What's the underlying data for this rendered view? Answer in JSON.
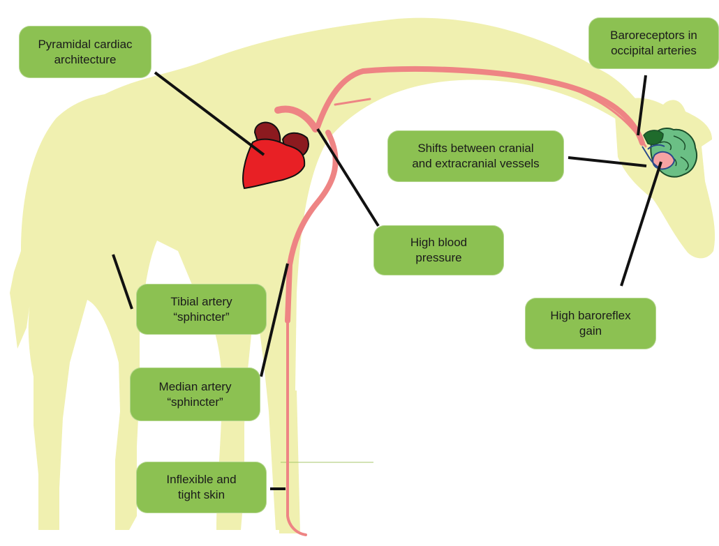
{
  "colors": {
    "body": "#f0f0b0",
    "label_fill": "#8cc152",
    "artery": "#ee8484",
    "heart": "#e82025",
    "heart_dark": "#8c1a1f",
    "leader_line": "#111111"
  },
  "labels": {
    "pyramidal": "Pyramidal cardiac\narchitecture",
    "baroreceptors": "Baroreceptors in\noccipital arteries",
    "shifts": "Shifts between cranial\nand extracranial vessels",
    "high_bp": "High blood\npressure",
    "tibial": "Tibial artery\n“sphincter”",
    "baroreflex": "High baroreflex\ngain",
    "median": "Median artery\n“sphincter”",
    "skin": "Inflexible and\ntight skin"
  },
  "icons": [
    "giraffe-silhouette",
    "heart-icon",
    "brain-icon",
    "artery-path"
  ]
}
